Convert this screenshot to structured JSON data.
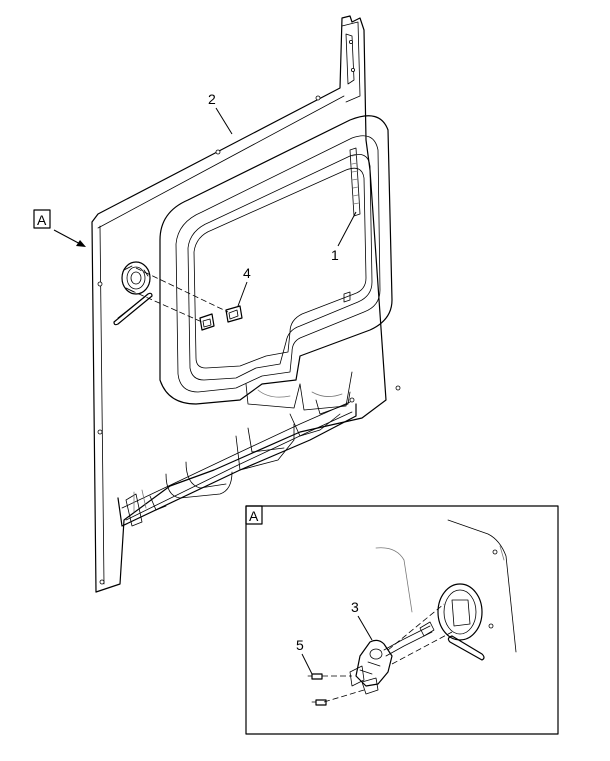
{
  "view_label": "A",
  "detail_label": "A",
  "callouts": {
    "item_1": "1",
    "item_2": "2",
    "item_3": "3",
    "item_4": "4",
    "item_5": "5"
  },
  "colors": {
    "line": "#000000",
    "background": "#ffffff"
  }
}
